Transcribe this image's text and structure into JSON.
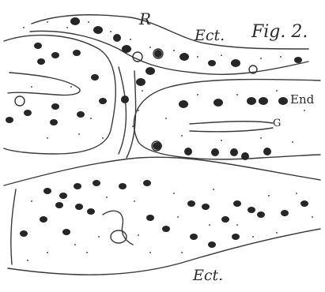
{
  "figure": {
    "label": "Fig. 2.",
    "labels": {
      "r": "R",
      "ect_top": "Ect.",
      "end": "End",
      "g": "G",
      "ect_bottom": "Ect."
    }
  },
  "colors": {
    "ink": "#2a2a2a",
    "background": "#ffffff"
  }
}
